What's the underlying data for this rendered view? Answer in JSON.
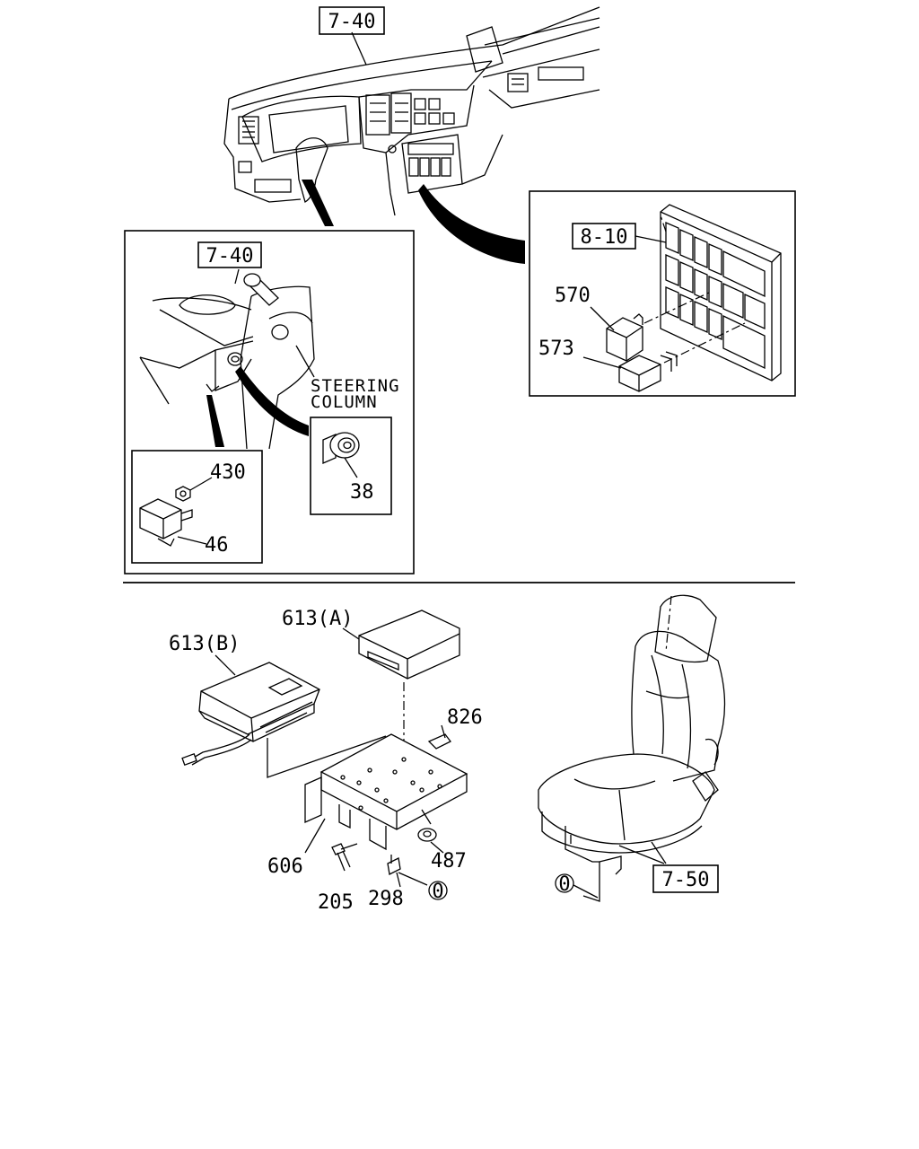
{
  "labels": {
    "ref_dash_top": "7-40",
    "ref_column_inset": "7-40",
    "ref_relay_box": "8-10",
    "ref_seat": "7-50",
    "steering_column_line1": "STEERING",
    "steering_column_line2": "COLUMN",
    "part_570": "570",
    "part_573": "573",
    "part_430": "430",
    "part_46": "46",
    "part_38": "38",
    "part_613a": "613(A)",
    "part_613b": "613(B)",
    "part_826": "826",
    "part_606": "606",
    "part_487": "487",
    "part_205": "205",
    "part_298": "298",
    "circle_marker_bracket": "0",
    "circle_marker_seat": "0"
  }
}
